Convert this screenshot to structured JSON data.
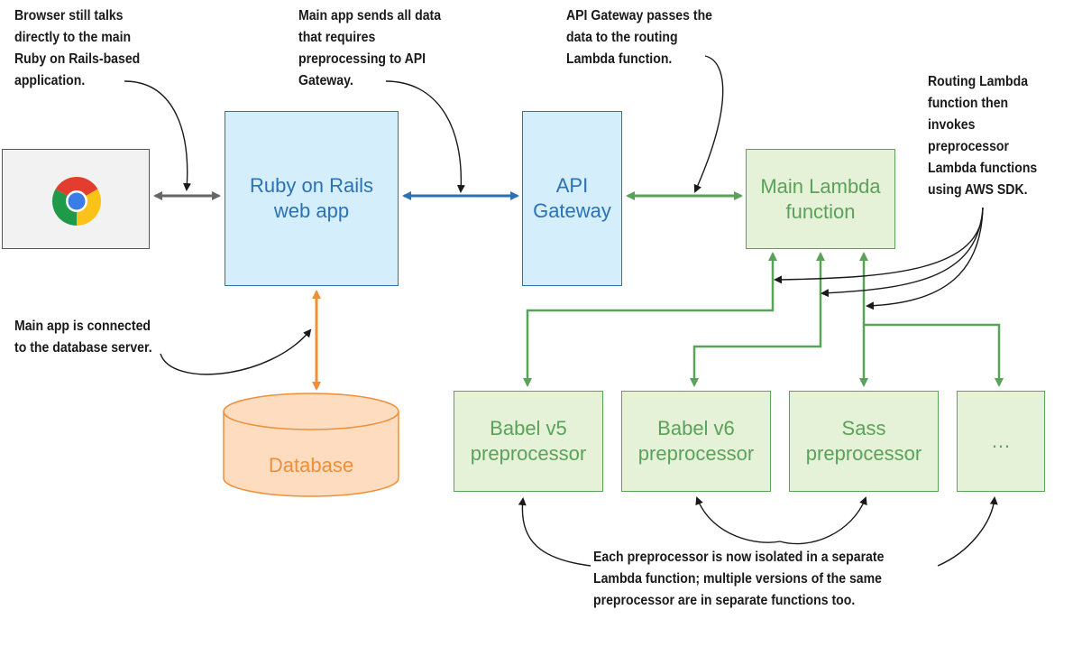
{
  "nodes": {
    "rails": "Ruby on Rails\nweb app",
    "api_gateway": "API\nGateway",
    "main_lambda": "Main Lambda\nfunction",
    "database": "Database",
    "babel_v5": "Babel v5\npreprocessor",
    "babel_v6": "Babel v6\npreprocessor",
    "sass": "Sass\npreprocessor",
    "more": "…"
  },
  "annotations": {
    "browser_note": "Browser still talks\ndirectly to the main\nRuby on Rails-based\napplication.",
    "main_app_note": "Main app sends all data\nthat requires\npreprocessing to API\nGateway.",
    "gateway_note": "API Gateway passes the\ndata to the routing\nLambda function.",
    "routing_note": "Routing Lambda\nfunction then\ninvokes\npreprocessor\nLambda functions\nusing AWS SDK.",
    "db_note": "Main app is connected\nto the database server.",
    "isolation_note": "Each preprocessor is now isolated in a separate\nLambda function; multiple versions of the same\npreprocessor are in separate functions too."
  },
  "colors": {
    "blue": "#2a72b5",
    "blue_fill": "#d5eefb",
    "green": "#5aa15a",
    "green_fill": "#e6f2d8",
    "orange": "#ef8f3a",
    "orange_fill": "#fddcbf",
    "gray": "#666666",
    "text": "#1a1a1a"
  },
  "icons": {
    "browser": "chrome-icon"
  }
}
